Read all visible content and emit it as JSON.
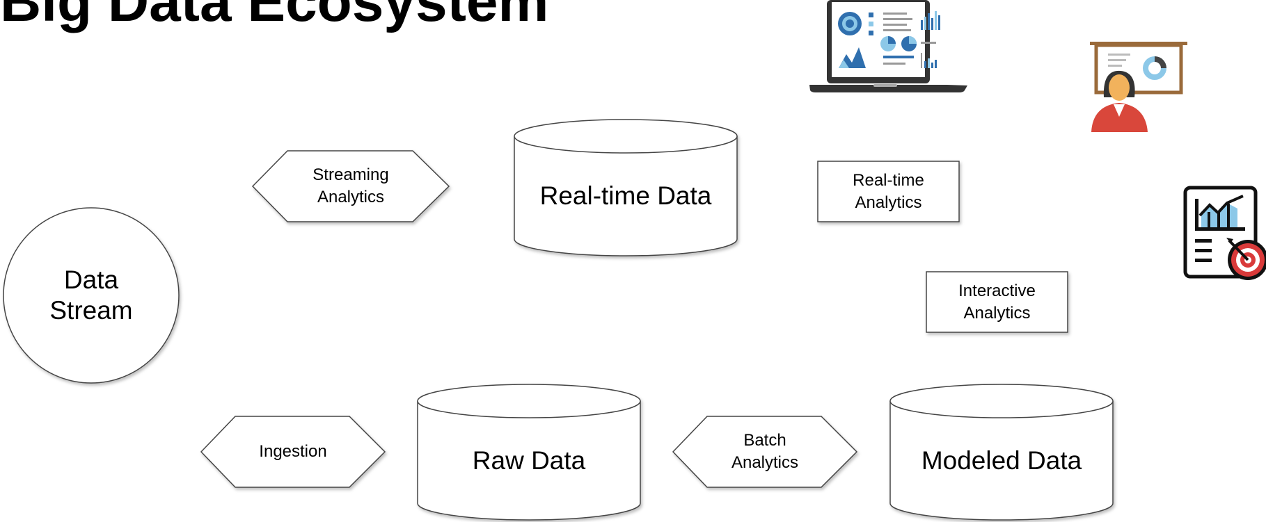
{
  "title": "Big Data Ecosystem",
  "nodes": {
    "data_stream": {
      "line1": "Data",
      "line2": "Stream"
    },
    "streaming_analytics": {
      "line1": "Streaming",
      "line2": "Analytics"
    },
    "realtime_data": {
      "label": "Real-time Data"
    },
    "realtime_analytics": {
      "line1": "Real-time",
      "line2": "Analytics"
    },
    "interactive_analytics": {
      "line1": "Interactive",
      "line2": "Analytics"
    },
    "ingestion": {
      "label": "Ingestion"
    },
    "raw_data": {
      "label": "Raw Data"
    },
    "batch_analytics": {
      "line1": "Batch",
      "line2": "Analytics"
    },
    "modeled_data": {
      "label": "Modeled Data"
    }
  },
  "icons": [
    "laptop-dashboard-icon",
    "presenter-icon",
    "report-target-icon"
  ],
  "colors": {
    "stroke": "#444444",
    "fill": "#ffffff",
    "icon_dark": "#333333",
    "icon_blue": "#2f6fae",
    "icon_light_blue": "#8cc8e8",
    "board_brown": "#9a6a3a",
    "presenter_red": "#d9473b",
    "presenter_skin": "#f2b25c",
    "target_red": "#d93a3a"
  }
}
